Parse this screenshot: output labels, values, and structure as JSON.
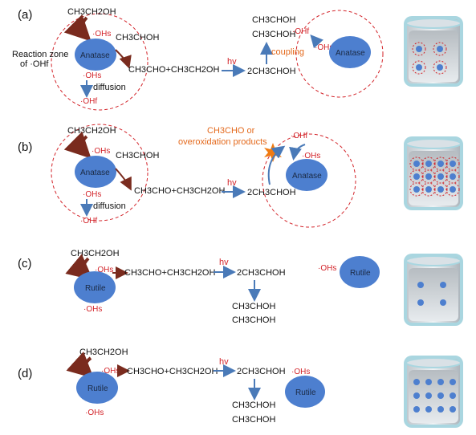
{
  "colors": {
    "particle": "#4d7fcf",
    "dashed_zone": "#d3242a",
    "red_text": "#d3242a",
    "orange_text": "#e4691c",
    "arrow_blue": "#4a7ab8",
    "arrow_brown": "#7a2b1e",
    "star": "#f07b12"
  },
  "panel_a": {
    "label": "(a)",
    "ethanol": "CH3CH2OH",
    "oh_s": "·OHs",
    "radical": "CH3CHOH",
    "particle": "Anatase",
    "zone_label_1": "Reaction zone",
    "zone_label_2": "of ·OHf",
    "oh_s2": "·OHs",
    "diffusion": "diffusion",
    "oh_f": "·OHf",
    "chain": "CH3CHO+CH3CH2OH",
    "hv": "hv",
    "product": "2CH3CHOH",
    "dimer_1": "CH3CHOH",
    "dimer_2": "CH3CHOH",
    "coupling": "coupling",
    "right_oh_f": "·OHf",
    "right_oh_s": "·OHs",
    "right_particle": "Anatase"
  },
  "panel_b": {
    "label": "(b)",
    "ethanol": "CH3CH2OH",
    "oh_s": "·OHs",
    "radical": "CH3CHOH",
    "particle": "Anatase",
    "oh_s2": "·OHs",
    "diffusion": "diffusion",
    "oh_f": "·OHf",
    "chain": "CH3CHO+CH3CH2OH",
    "hv": "hv",
    "product": "2CH3CHOH",
    "over_1": "CH3CHO or",
    "over_2": "overoxidation products",
    "right_oh_f": "·OHf",
    "right_oh_s": "·OHs",
    "right_particle": "Anatase"
  },
  "panel_c": {
    "label": "(c)",
    "ethanol": "CH3CH2OH",
    "oh_s": "·OHs",
    "particle": "Rutile",
    "oh_s2": "·OHs",
    "chain": "CH3CHO+CH3CH2OH",
    "hv": "hv",
    "product": "2CH3CHOH",
    "dimer_1": "CH3CHOH",
    "dimer_2": "CH3CHOH",
    "right_oh_s": "·OHs",
    "right_particle": "Rutile"
  },
  "panel_d": {
    "label": "(d)",
    "ethanol": "CH3CH2OH",
    "oh_s": "·OHs",
    "particle": "Rutile",
    "oh_s2": "·OHs",
    "chain": "CH3CHO+CH3CH2OH",
    "hv": "hv",
    "product": "2CH3CHOH",
    "dimer_1": "CH3CHOH",
    "dimer_2": "CH3CHOH",
    "right_oh_s": "·OHs",
    "right_particle": "Rutile"
  }
}
